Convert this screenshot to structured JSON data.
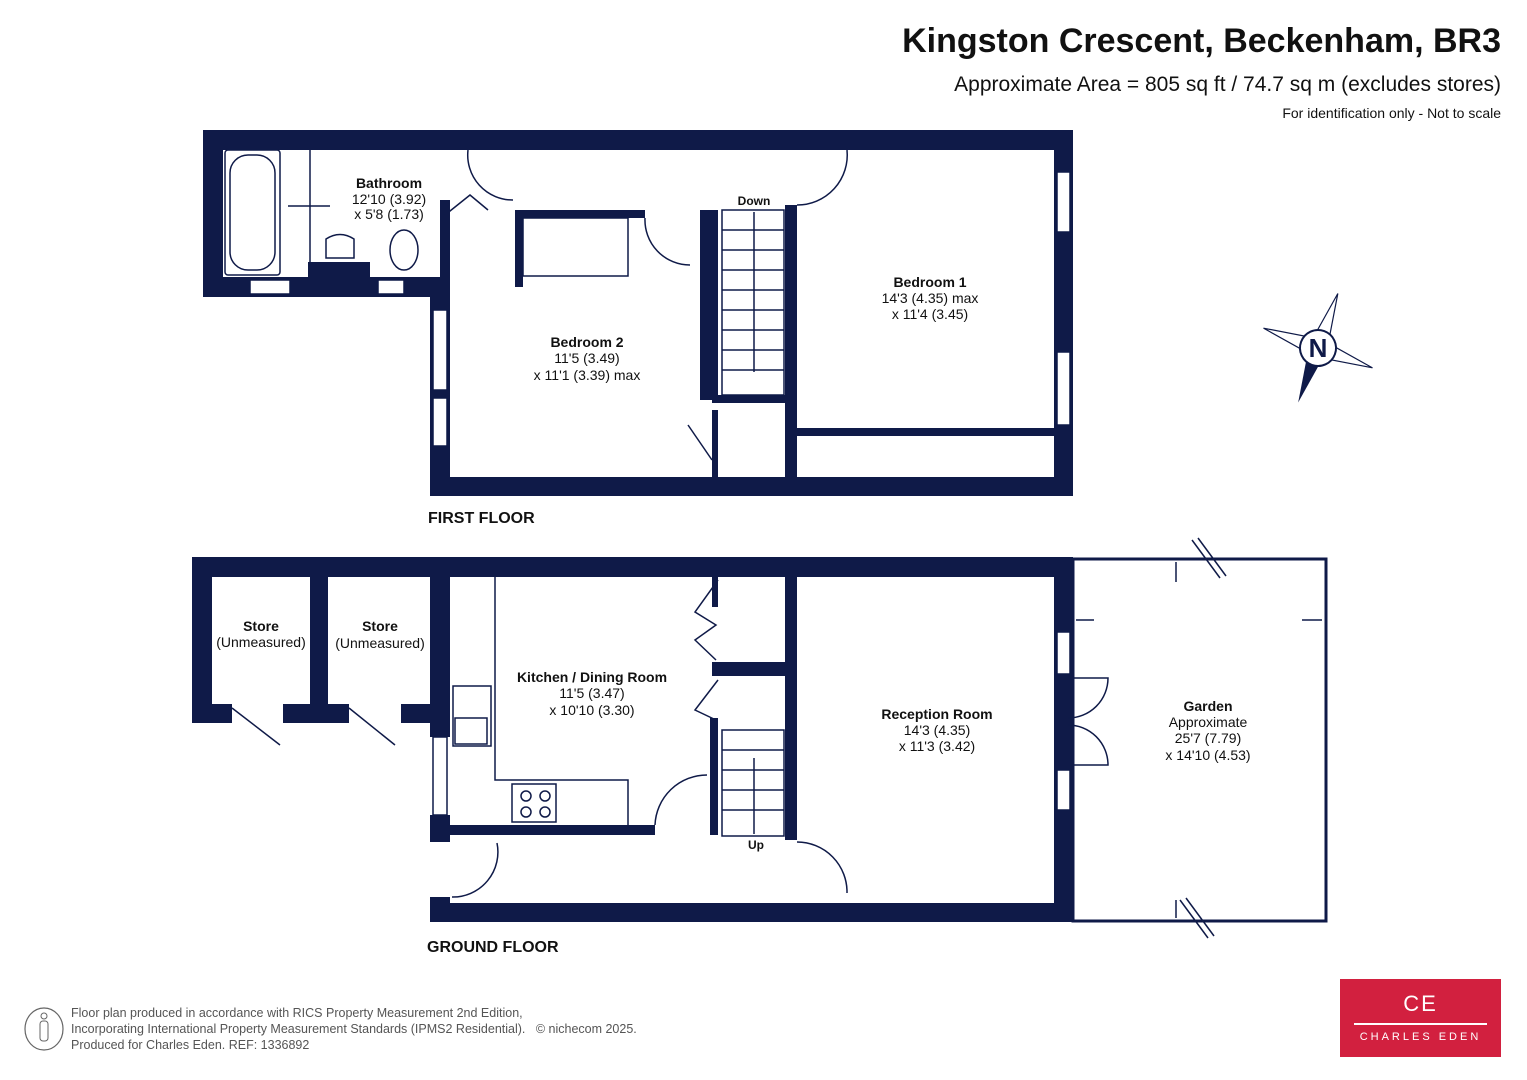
{
  "header": {
    "title": "Kingston Crescent, Beckenham, BR3",
    "area": "Approximate Area = 805 sq ft / 74.7 sq m (excludes stores)",
    "note": "For identification only - Not to scale"
  },
  "first_floor": {
    "label": "FIRST FLOOR",
    "bathroom": {
      "name": "Bathroom",
      "dim1": "12'10 (3.92)",
      "dim2": "x 5'8 (1.73)"
    },
    "bedroom2": {
      "name": "Bedroom 2",
      "dim1": "11'5 (3.49)",
      "dim2": "x 11'1 (3.39)  max"
    },
    "bedroom1": {
      "name": "Bedroom 1",
      "dim1": "14'3 (4.35) max",
      "dim2": "x 11'4 (3.45)"
    },
    "stairs": "Down"
  },
  "ground_floor": {
    "label": "GROUND FLOOR",
    "store1": {
      "name": "Store",
      "dim1": "(Unmeasured)"
    },
    "store2": {
      "name": "Store",
      "dim1": "(Unmeasured)"
    },
    "kitchen": {
      "name": "Kitchen / Dining Room",
      "dim1": "11'5 (3.47)",
      "dim2": "x 10'10 (3.30)"
    },
    "reception": {
      "name": "Reception Room",
      "dim1": "14'3 (4.35)",
      "dim2": "x 11'3 (3.42)"
    },
    "garden": {
      "name": "Garden",
      "dim0": "Approximate",
      "dim1": "25'7 (7.79)",
      "dim2": "x 14'10 (4.53)"
    },
    "stairs": "Up"
  },
  "compass": {
    "letter": "N"
  },
  "footer": {
    "line1": "Floor plan produced in accordance with RICS Property Measurement 2nd Edition,",
    "line2": "Incorporating International Property Measurement Standards (IPMS2 Residential).",
    "copyright": "© nichecom 2025.",
    "line3": "Produced for Charles Eden.   REF: 1336892"
  },
  "logo": {
    "mark": "CE",
    "name": "CHARLES EDEN"
  },
  "colors": {
    "wall": "#0f1a48",
    "brand": "#d2203f"
  }
}
